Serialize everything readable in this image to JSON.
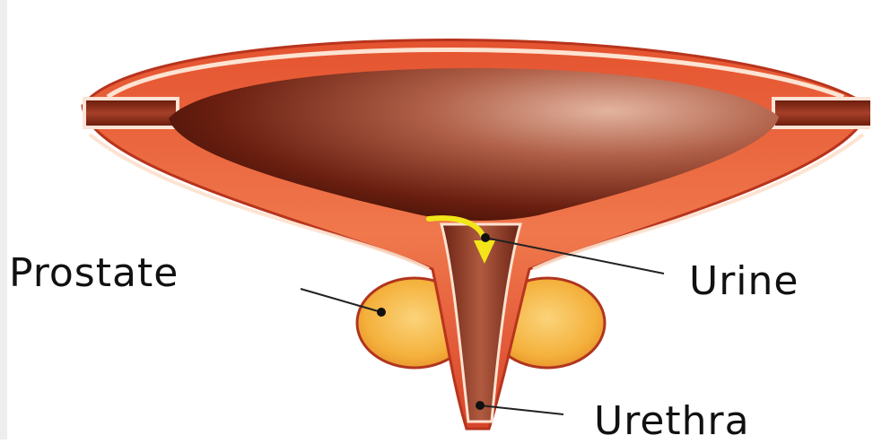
{
  "labels": {
    "prostate": "Prostate",
    "urine": "Urine",
    "urethra": "Urethra"
  },
  "colors": {
    "wall_outer": "#dd4b2c",
    "wall_inner": "#f07a4e",
    "lumen_dark": "#4a1208",
    "lumen_light": "#c98068",
    "prostate_fill": "#f4b13c",
    "urine_arrow": "#f2e61a",
    "leader_line": "#222222"
  }
}
